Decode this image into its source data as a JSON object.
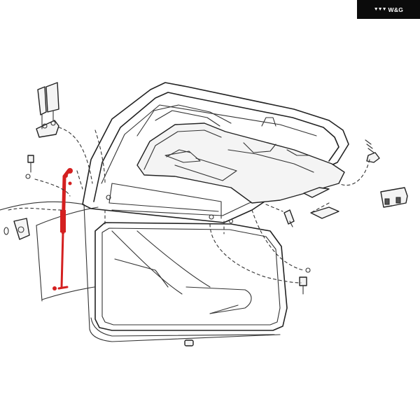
{
  "brand": {
    "logo_text": "W&G",
    "logo_mark": "wing-mark-icon",
    "badge_background": "#0b0b0b",
    "badge_text_color": "#ffffff"
  },
  "diagram": {
    "highlight_part": "liftgate-gas-strut",
    "highlight_color": "#d42020",
    "line_color": "#222222",
    "parts": [
      "liftgate-panel",
      "liftgate-trim-panel",
      "rear-window-glass",
      "window-weatherstrip",
      "gas-strut",
      "upper-hinge",
      "strut-ball-stud",
      "strut-bracket",
      "mounting-bolt",
      "mounting-stud",
      "latch-striker",
      "access-cover",
      "body-opening"
    ]
  }
}
